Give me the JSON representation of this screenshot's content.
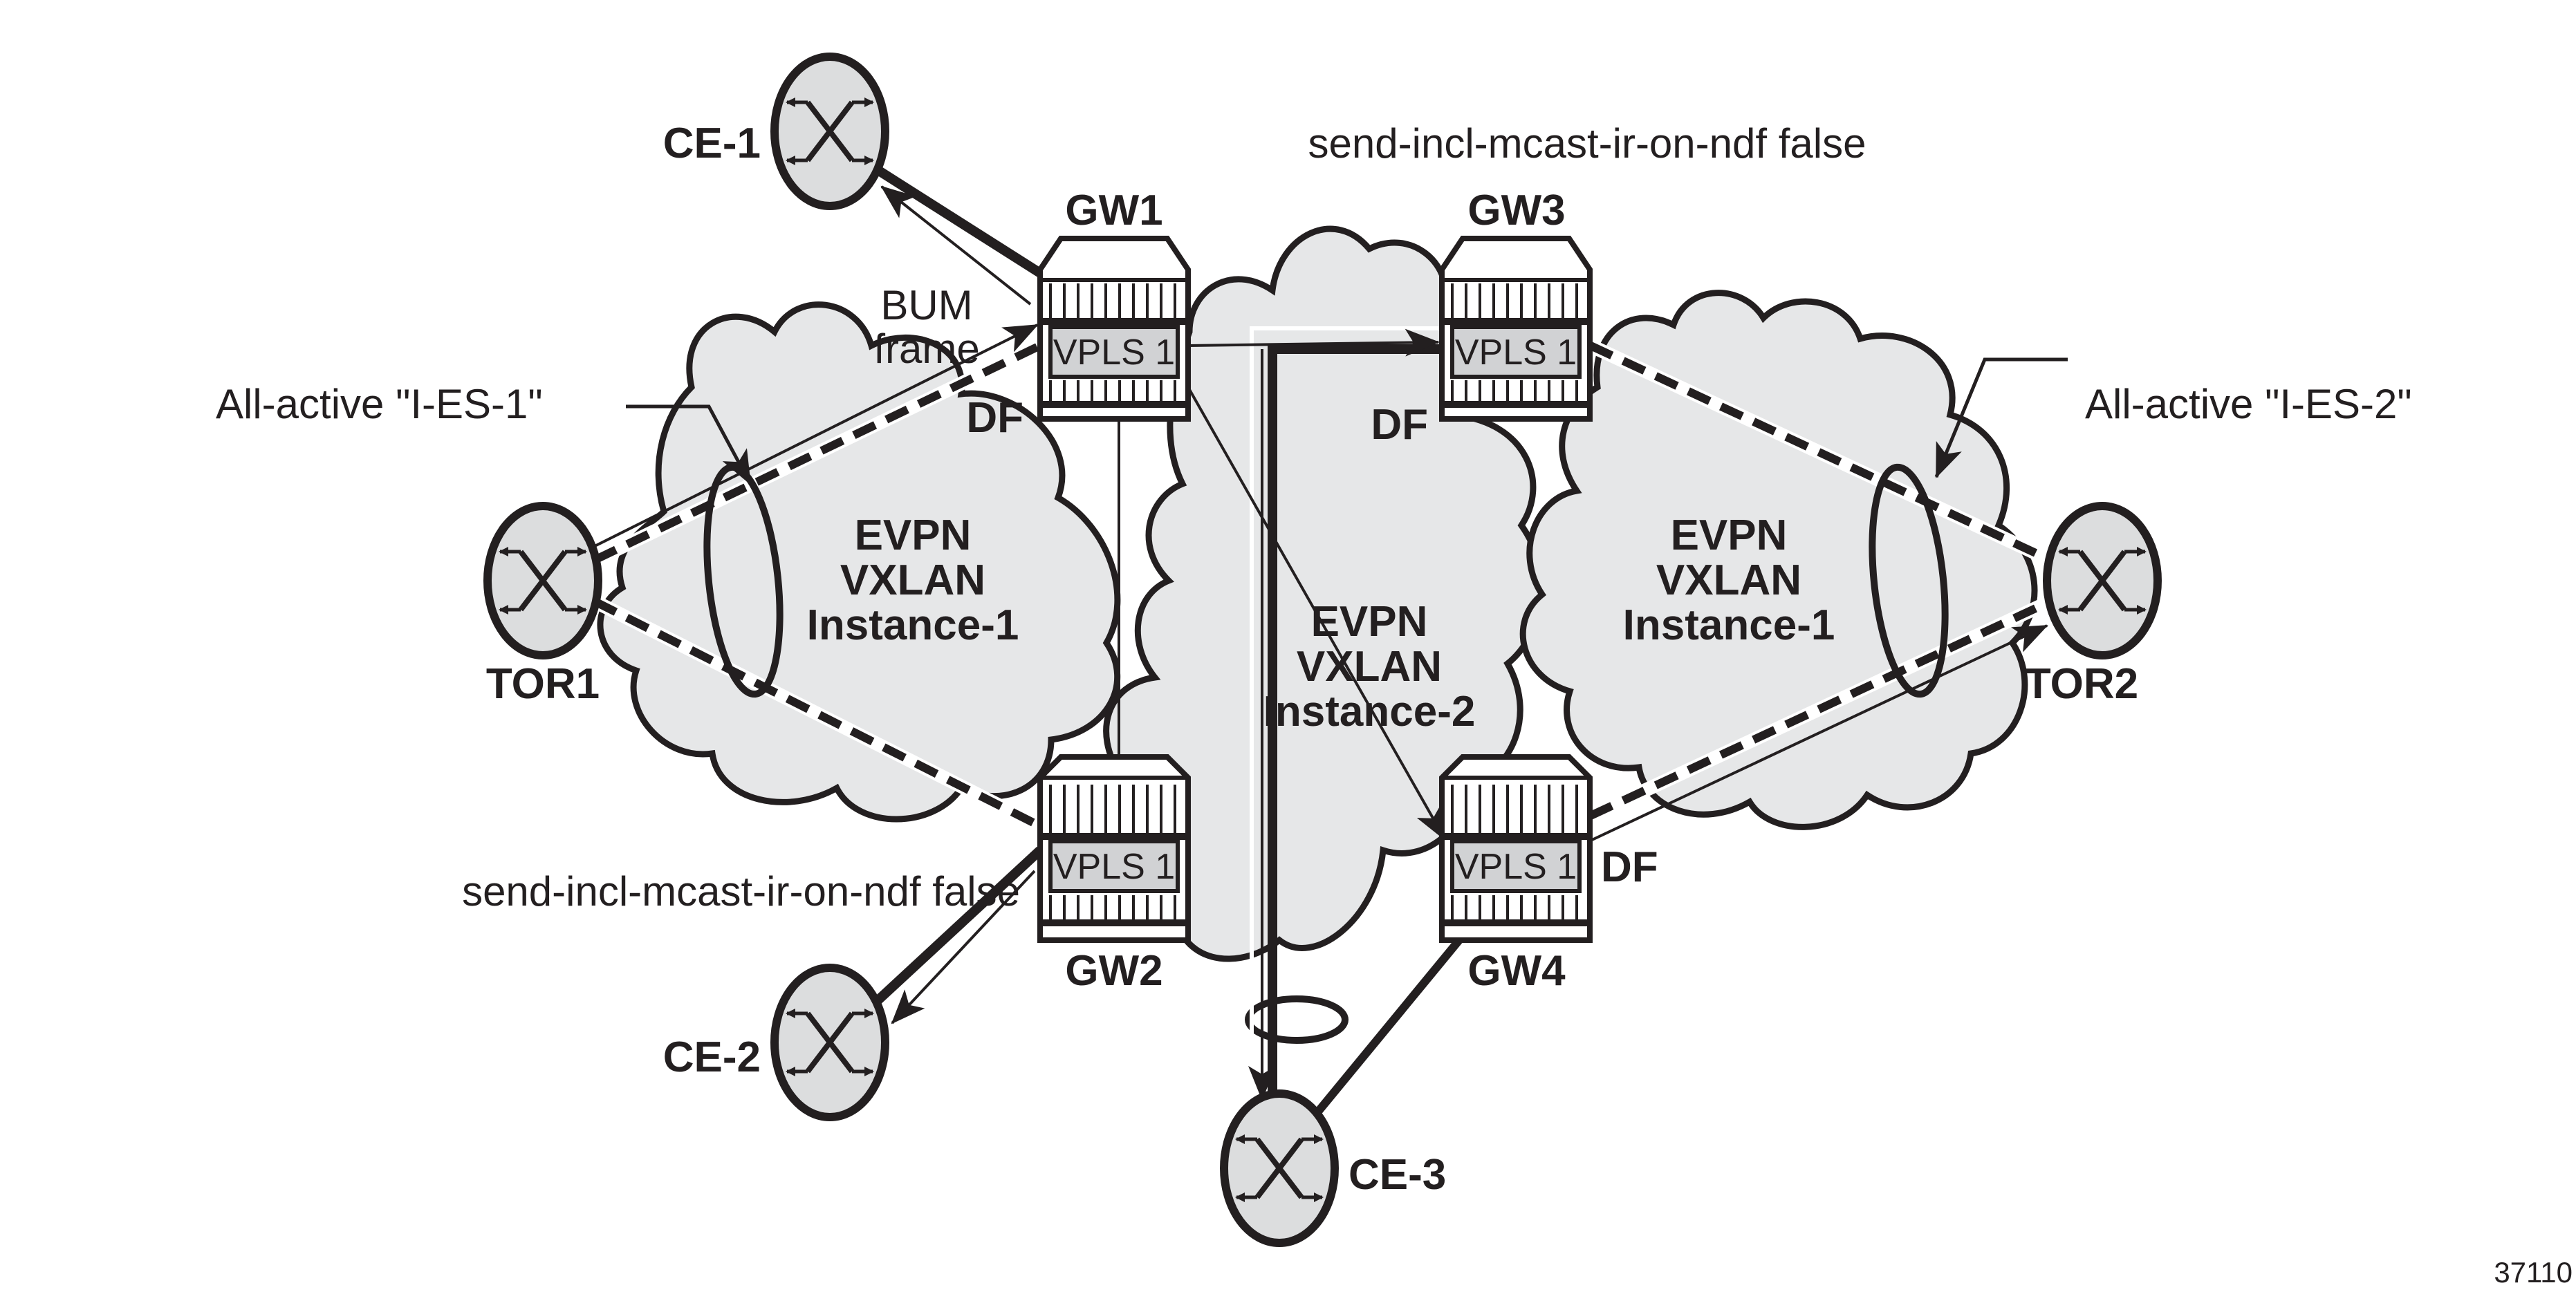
{
  "figure_id": "37110",
  "annotations": {
    "top_note": "send-incl-mcast-ir-on-ndf false",
    "left_note": "send-incl-mcast-ir-on-ndf false",
    "es1_label": "All-active \"I-ES-1\"",
    "es2_label": "All-active \"I-ES-2\"",
    "bum_line1": "BUM",
    "bum_line2": "frame"
  },
  "clouds": {
    "left": [
      "EVPN",
      "VXLAN",
      "Instance-1"
    ],
    "center": [
      "EVPN",
      "VXLAN",
      "Instance-2"
    ],
    "right": [
      "EVPN",
      "VXLAN",
      "Instance-1"
    ]
  },
  "gateways": [
    {
      "id": "GW1",
      "label": "GW1",
      "service": "VPLS 1",
      "role": "DF"
    },
    {
      "id": "GW2",
      "label": "GW2",
      "service": "VPLS 1",
      "role": ""
    },
    {
      "id": "GW3",
      "label": "GW3",
      "service": "VPLS 1",
      "role": "DF"
    },
    {
      "id": "GW4",
      "label": "GW4",
      "service": "VPLS 1",
      "role": "DF"
    }
  ],
  "nodes": [
    {
      "id": "CE-1",
      "label": "CE-1"
    },
    {
      "id": "CE-2",
      "label": "CE-2"
    },
    {
      "id": "CE-3",
      "label": "CE-3"
    },
    {
      "id": "TOR1",
      "label": "TOR1"
    },
    {
      "id": "TOR2",
      "label": "TOR2"
    }
  ]
}
